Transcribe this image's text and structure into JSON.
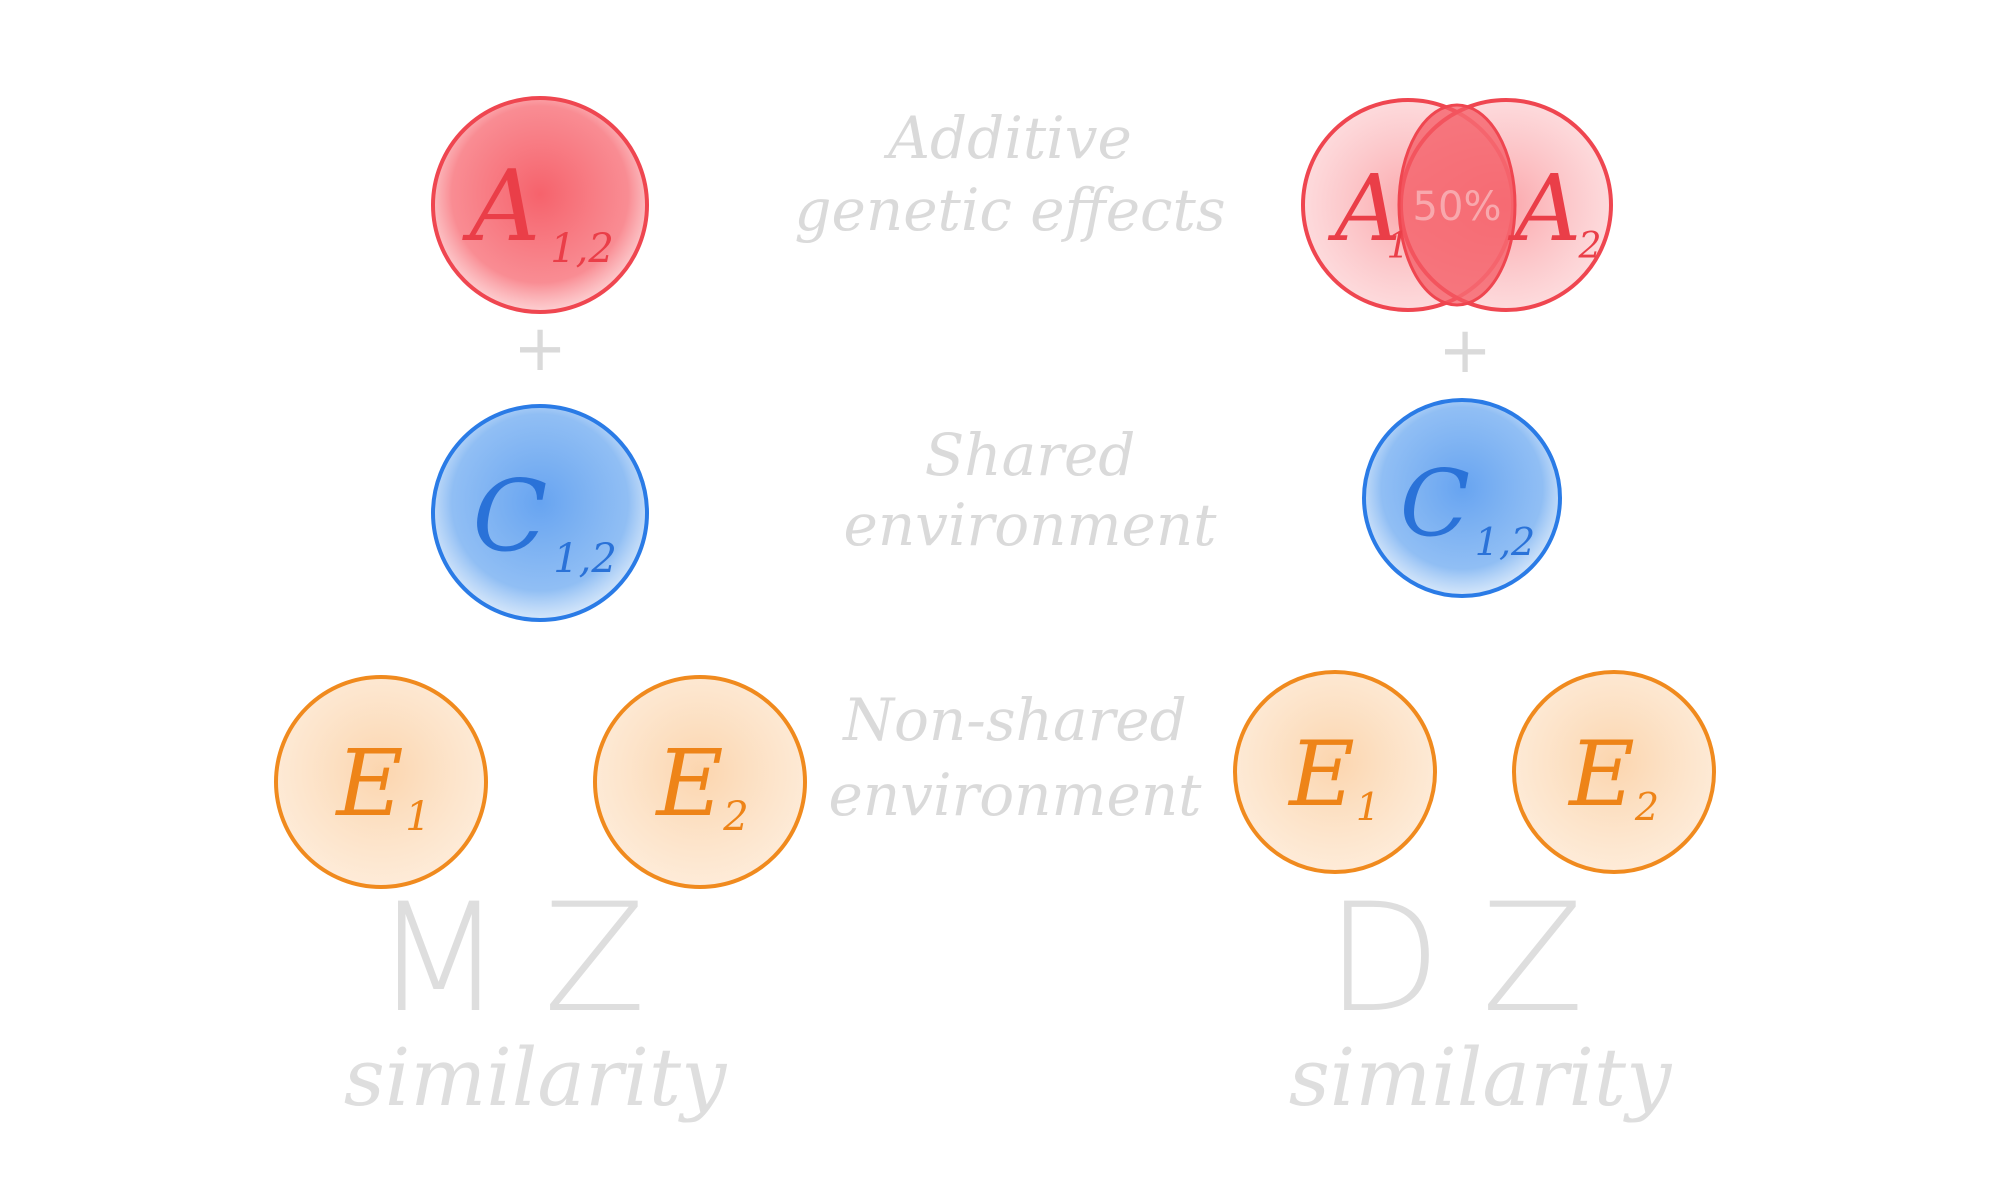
{
  "colors": {
    "additive": "#f0505a",
    "additive_fill": "#f76b73",
    "shared": "#2f80e8",
    "shared_fill": "#6aa6ef",
    "nonshared": "#f08a1e",
    "nonshared_fill": "#fbd2a8",
    "label": "#dadada"
  },
  "labels": {
    "additive": [
      "Additive",
      "genetic effects"
    ],
    "shared": [
      "Shared",
      "environment"
    ],
    "nonshared": [
      "Non-shared",
      "environment"
    ],
    "plus": "+"
  },
  "mz": {
    "title": "MZ",
    "subtitle": "similarity",
    "a": {
      "letter": "A",
      "sub": "1,2"
    },
    "c": {
      "letter": "C",
      "sub": "1,2"
    },
    "e1": {
      "letter": "E",
      "sub": "1"
    },
    "e2": {
      "letter": "E",
      "sub": "2"
    }
  },
  "dz": {
    "title": "DZ",
    "subtitle": "similarity",
    "a1": {
      "letter": "A",
      "sub": "1"
    },
    "a2": {
      "letter": "A",
      "sub": "2"
    },
    "overlap": "50%",
    "c": {
      "letter": "C",
      "sub": "1,2"
    },
    "e1": {
      "letter": "E",
      "sub": "1"
    },
    "e2": {
      "letter": "E",
      "sub": "2"
    }
  }
}
